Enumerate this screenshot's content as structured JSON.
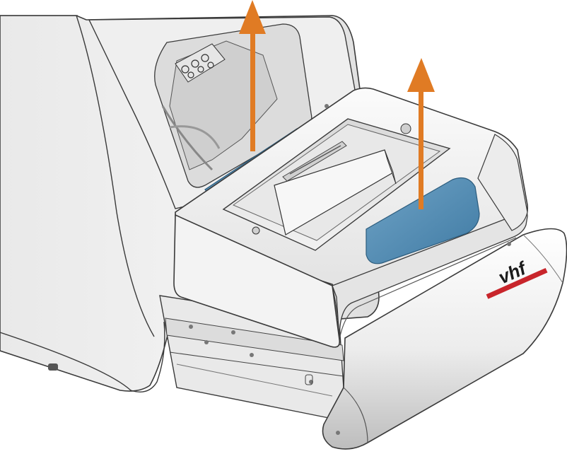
{
  "brand": {
    "logo_text": "vhf",
    "logo_color": "#c8252b"
  },
  "colors": {
    "arrow": "#e07b24",
    "grip_highlight": "#4e87ad",
    "housing": "#f2f2f2",
    "outline": "#3a3a3a",
    "shadow": "#c9c9c9"
  },
  "arrows": [
    {
      "name": "lift-arrow-left",
      "direction": "up"
    },
    {
      "name": "lift-arrow-right",
      "direction": "up"
    }
  ]
}
